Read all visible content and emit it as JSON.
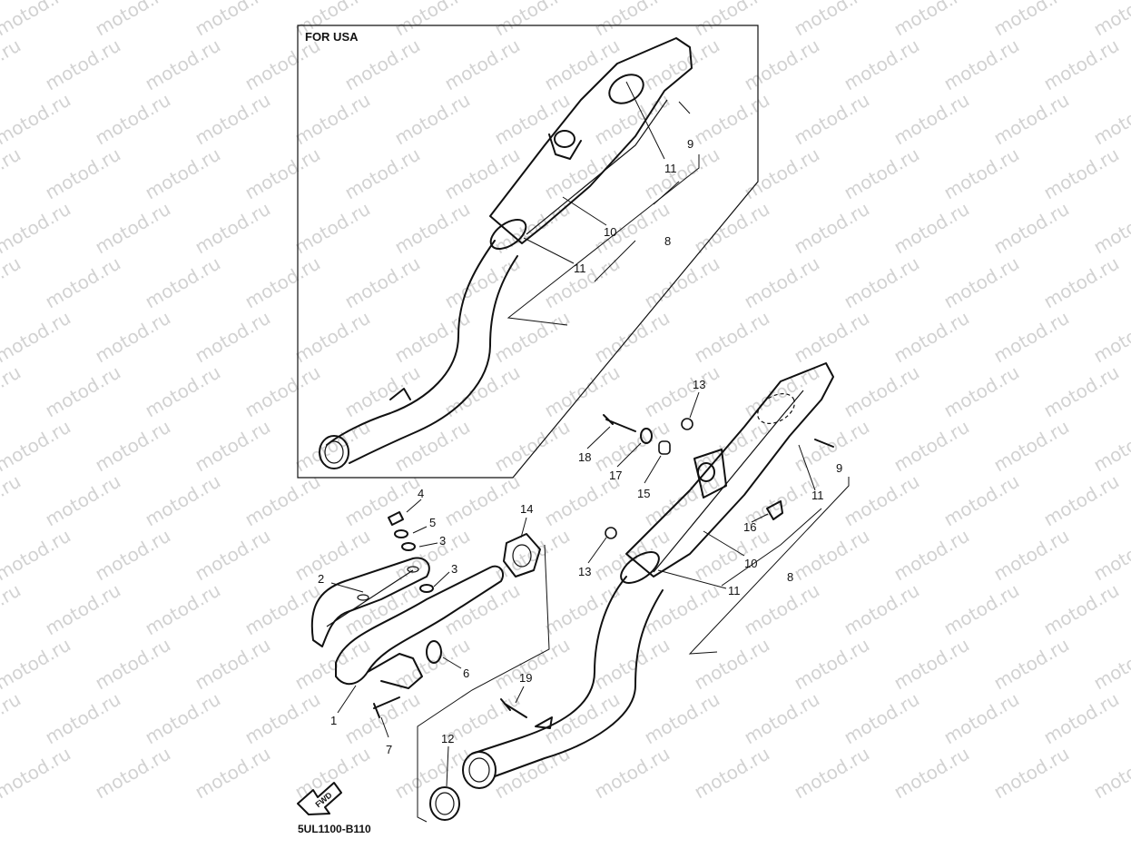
{
  "diagram": {
    "inset_title": "FOR USA",
    "drawing_code": "5UL1100-B110",
    "fwd_label": "FWD",
    "watermark": "motod.ru",
    "labels": {
      "p1": "1",
      "p2": "2",
      "p3a": "3",
      "p3b": "3",
      "p4": "4",
      "p5": "5",
      "p6": "6",
      "p7": "7",
      "p8a": "8",
      "p8b": "8",
      "p9a": "9",
      "p9b": "9",
      "p10a": "10",
      "p10b": "10",
      "p11a": "11",
      "p11b": "11",
      "p11c": "11",
      "p11d": "11",
      "p12": "12",
      "p13a": "13",
      "p13b": "13",
      "p14": "14",
      "p15": "15",
      "p16": "16",
      "p17": "17",
      "p18": "18",
      "p19": "19"
    }
  }
}
